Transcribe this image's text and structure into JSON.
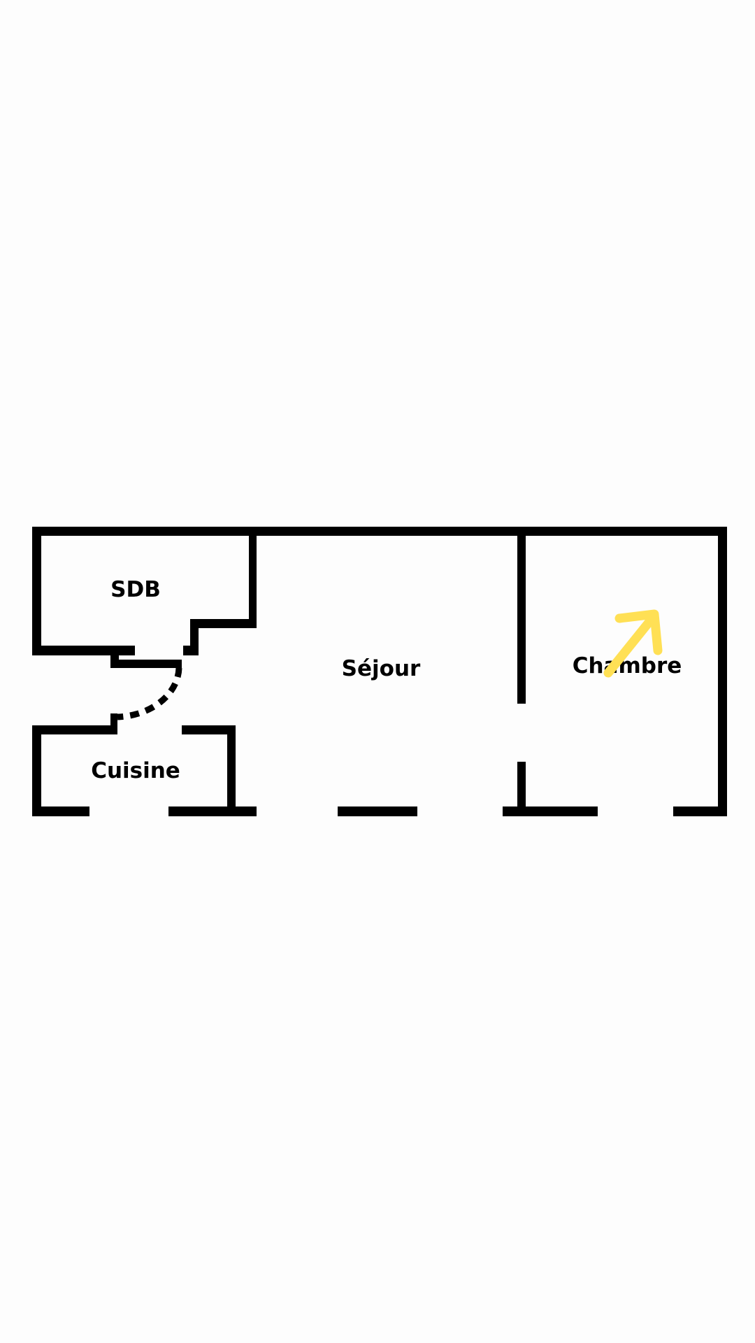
{
  "rooms": {
    "sdb": "SDB",
    "sejour": "Séjour",
    "chambre": "Chambre",
    "cuisine": "Cuisine"
  },
  "colors": {
    "wall": "#000000",
    "arrow": "#FFE055",
    "background": "#FDFDFD"
  },
  "icons": {
    "arrow": "arrow-up-right-icon"
  }
}
